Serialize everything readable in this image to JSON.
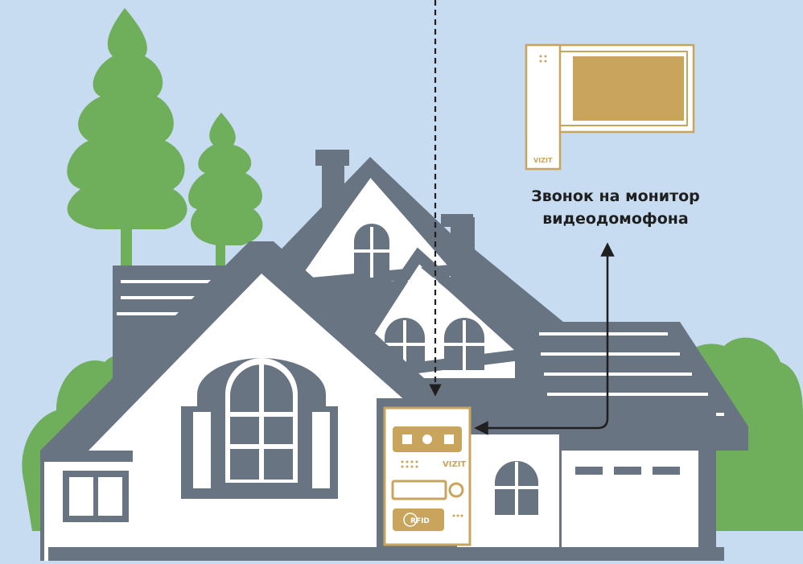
{
  "caption": {
    "line1": "Звонок на монитор",
    "line2": "видеодомофона"
  },
  "monitor": {
    "brand": "VIZIT"
  },
  "door_panel": {
    "brand": "VIZIT",
    "rfid_label": "RFID"
  },
  "colors": {
    "sky": "#c7dcf0",
    "tree": "#6fae5b",
    "house_dark": "#697483",
    "house_light": "#ffffff",
    "gold": "#c9a45c",
    "arrow": "#1f1f1f"
  }
}
